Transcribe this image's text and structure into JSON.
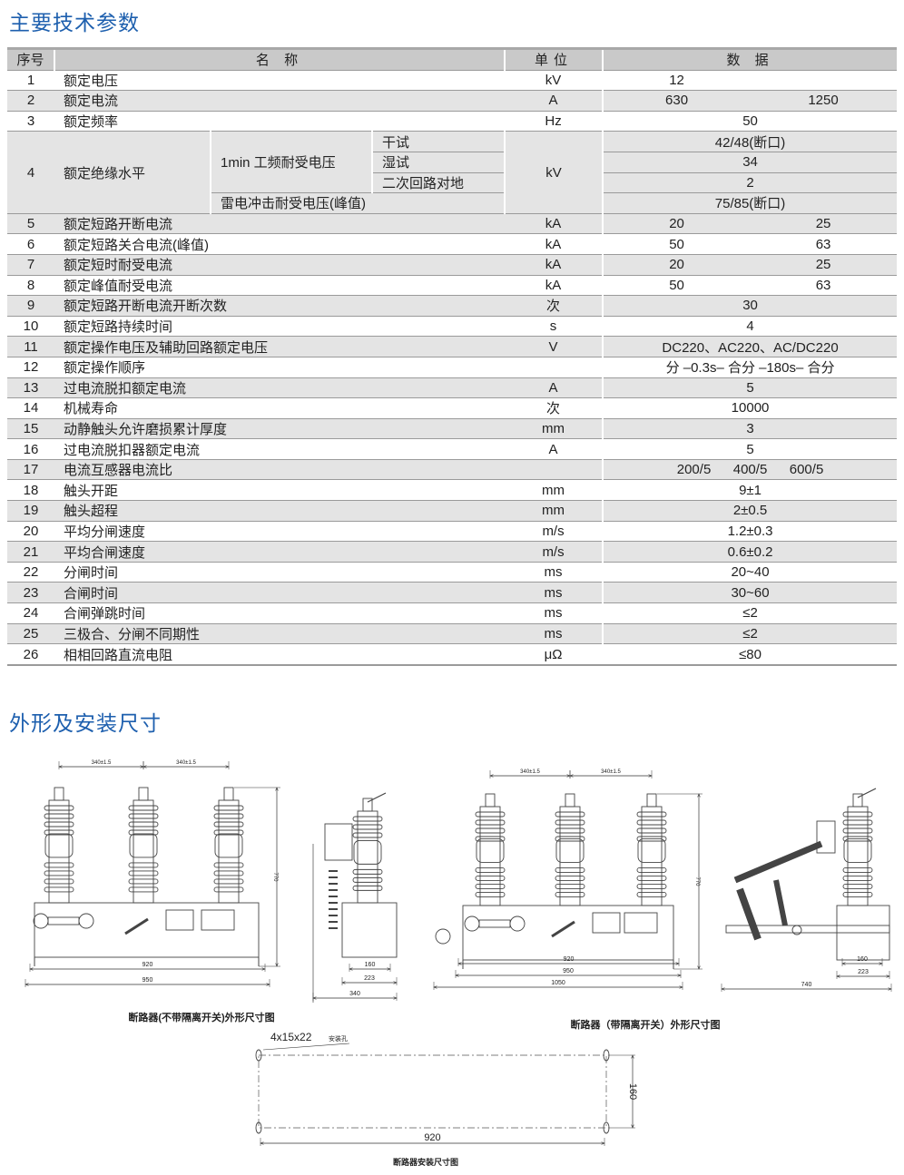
{
  "section1_title": "主要技术参数",
  "section2_title": "外形及安装尺寸",
  "table": {
    "headers": {
      "no": "序号",
      "name": "名 称",
      "unit": "单位",
      "data": "数 据"
    },
    "rows": [
      {
        "no": "1",
        "name": "额定电压",
        "unit": "kV",
        "values": [
          "12",
          ""
        ],
        "shaded": false
      },
      {
        "no": "2",
        "name": "额定电流",
        "unit": "A",
        "values": [
          "630",
          "1250"
        ],
        "shaded": true
      },
      {
        "no": "3",
        "name": "额定频率",
        "unit": "Hz",
        "values": [
          "50"
        ],
        "shaded": false
      },
      {
        "no": "5",
        "name": "额定短路开断电流",
        "unit": "kA",
        "values": [
          "20",
          "25"
        ],
        "shaded": true
      },
      {
        "no": "6",
        "name": "额定短路关合电流(峰值)",
        "unit": "kA",
        "values": [
          "50",
          "63"
        ],
        "shaded": false
      },
      {
        "no": "7",
        "name": "额定短时耐受电流",
        "unit": "kA",
        "values": [
          "20",
          "25"
        ],
        "shaded": true
      },
      {
        "no": "8",
        "name": "额定峰值耐受电流",
        "unit": "kA",
        "values": [
          "50",
          "63"
        ],
        "shaded": false
      },
      {
        "no": "9",
        "name": "额定短路开断电流开断次数",
        "unit": "次",
        "values": [
          "30"
        ],
        "shaded": true
      },
      {
        "no": "10",
        "name": "额定短路持续时间",
        "unit": "s",
        "values": [
          "4"
        ],
        "shaded": false
      },
      {
        "no": "11",
        "name": "额定操作电压及辅助回路额定电压",
        "unit": "V",
        "values": [
          "DC220、AC220、AC/DC220"
        ],
        "shaded": true
      },
      {
        "no": "12",
        "name": "额定操作顺序",
        "unit": "",
        "values": [
          "分 –0.3s– 合分 –180s– 合分"
        ],
        "shaded": false
      },
      {
        "no": "13",
        "name": "过电流脱扣额定电流",
        "unit": "A",
        "values": [
          "5"
        ],
        "shaded": true
      },
      {
        "no": "14",
        "name": "机械寿命",
        "unit": "次",
        "values": [
          "10000"
        ],
        "shaded": false
      },
      {
        "no": "15",
        "name": "动静触头允许磨损累计厚度",
        "unit": "mm",
        "values": [
          "3"
        ],
        "shaded": true
      },
      {
        "no": "16",
        "name": "过电流脱扣器额定电流",
        "unit": "A",
        "values": [
          "5"
        ],
        "shaded": false
      },
      {
        "no": "17",
        "name": "电流互感器电流比",
        "unit": "",
        "values": [
          "200/5",
          "400/5",
          "600/5"
        ],
        "shaded": true
      },
      {
        "no": "18",
        "name": "触头开距",
        "unit": "mm",
        "values": [
          "9±1"
        ],
        "shaded": false
      },
      {
        "no": "19",
        "name": "触头超程",
        "unit": "mm",
        "values": [
          "2±0.5"
        ],
        "shaded": true
      },
      {
        "no": "20",
        "name": "平均分闸速度",
        "unit": "m/s",
        "values": [
          "1.2±0.3"
        ],
        "shaded": false
      },
      {
        "no": "21",
        "name": "平均合闸速度",
        "unit": "m/s",
        "values": [
          "0.6±0.2"
        ],
        "shaded": true
      },
      {
        "no": "22",
        "name": "分闸时间",
        "unit": "ms",
        "values": [
          "20~40"
        ],
        "shaded": false
      },
      {
        "no": "23",
        "name": "合闸时间",
        "unit": "ms",
        "values": [
          "30~60"
        ],
        "shaded": true
      },
      {
        "no": "24",
        "name": "合闸弹跳时间",
        "unit": "ms",
        "values": [
          "≤2"
        ],
        "shaded": false
      },
      {
        "no": "25",
        "name": "三极合、分闸不同期性",
        "unit": "ms",
        "values": [
          "≤2"
        ],
        "shaded": true
      },
      {
        "no": "26",
        "name": "相相回路直流电阻",
        "unit": "μΩ",
        "values": [
          "≤80"
        ],
        "shaded": false
      }
    ],
    "insulation_row": {
      "no": "4",
      "name": "额定绝缘水平",
      "group": "1min 工频耐受电压",
      "unit": "kV",
      "subs": [
        {
          "label": "干试",
          "value": "42/48(断口)"
        },
        {
          "label": "湿试",
          "value": "34"
        },
        {
          "label": "二次回路对地",
          "value": "2"
        }
      ],
      "impulse": {
        "label": "雷电冲击耐受电压(峰值)",
        "value": "75/85(断口)"
      }
    }
  },
  "drawings": {
    "pitch": "340±1.5",
    "height": "770",
    "d1": {
      "w920": "920",
      "w950": "950",
      "s160": "160",
      "s223": "223",
      "s340": "340",
      "caption": "断路器(不带隔离开关)外形尺寸图"
    },
    "d2": {
      "w920": "920",
      "w950": "950",
      "w1050": "1050",
      "s160": "160",
      "s223": "223",
      "s740": "740",
      "caption": "断路器（带隔离开关）外形尺寸图"
    },
    "mount": {
      "holes": "4x15x22",
      "holes_label": "安装孔",
      "h160": "160",
      "w920": "920",
      "caption": "断路器安装尺寸图"
    }
  }
}
